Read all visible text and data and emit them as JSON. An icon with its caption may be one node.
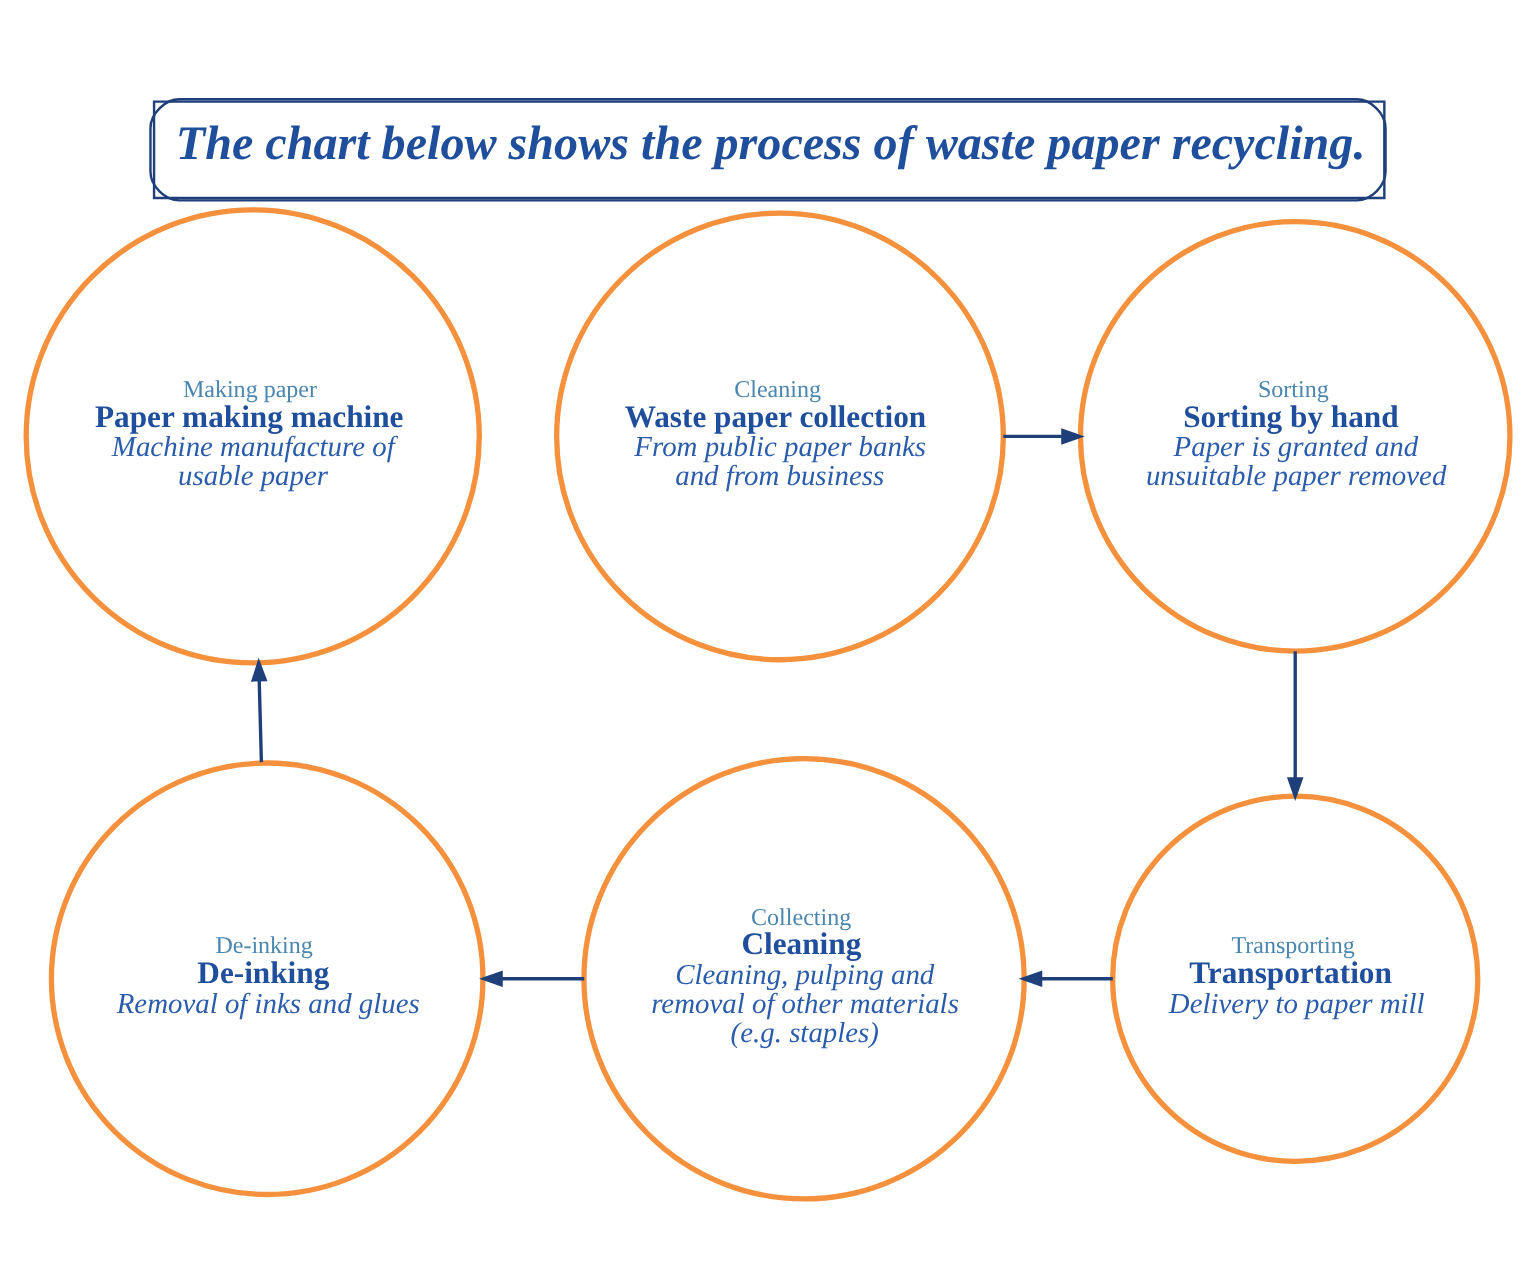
{
  "diagram": {
    "title": "The chart below shows the process of waste paper recycling.",
    "nodes": [
      {
        "text": [
          "Making paper",
          "Paper making machine",
          "Machine manufacture of usable paper"
        ]
      },
      {
        "text": [
          "Cleaning",
          "Waste paper collection",
          "From public paper banks and from business"
        ]
      },
      {
        "text": [
          "Sorting",
          "Sorting by hand",
          "Paper is granted and unsuitable paper removed"
        ]
      },
      {
        "text": [
          "De-inking",
          "De-inking",
          "Removal of inks and glues"
        ]
      },
      {
        "text": [
          "Collecting",
          "Cleaning",
          "Cleaning, pulping and removal of other materials (e.g. staples)"
        ]
      },
      {
        "text": [
          "Transporting",
          "Transportation",
          "Delivery to paper mill"
        ]
      }
    ],
    "edges": [
      {
        "from": 1,
        "to": 2,
        "arrow": "to"
      },
      {
        "from": 2,
        "to": 5,
        "arrow": "to"
      },
      {
        "from": 5,
        "to": 4,
        "arrow": "to"
      },
      {
        "from": 4,
        "to": 3,
        "arrow": "to"
      },
      {
        "from": 3,
        "to": 0,
        "arrow": "to"
      }
    ]
  }
}
